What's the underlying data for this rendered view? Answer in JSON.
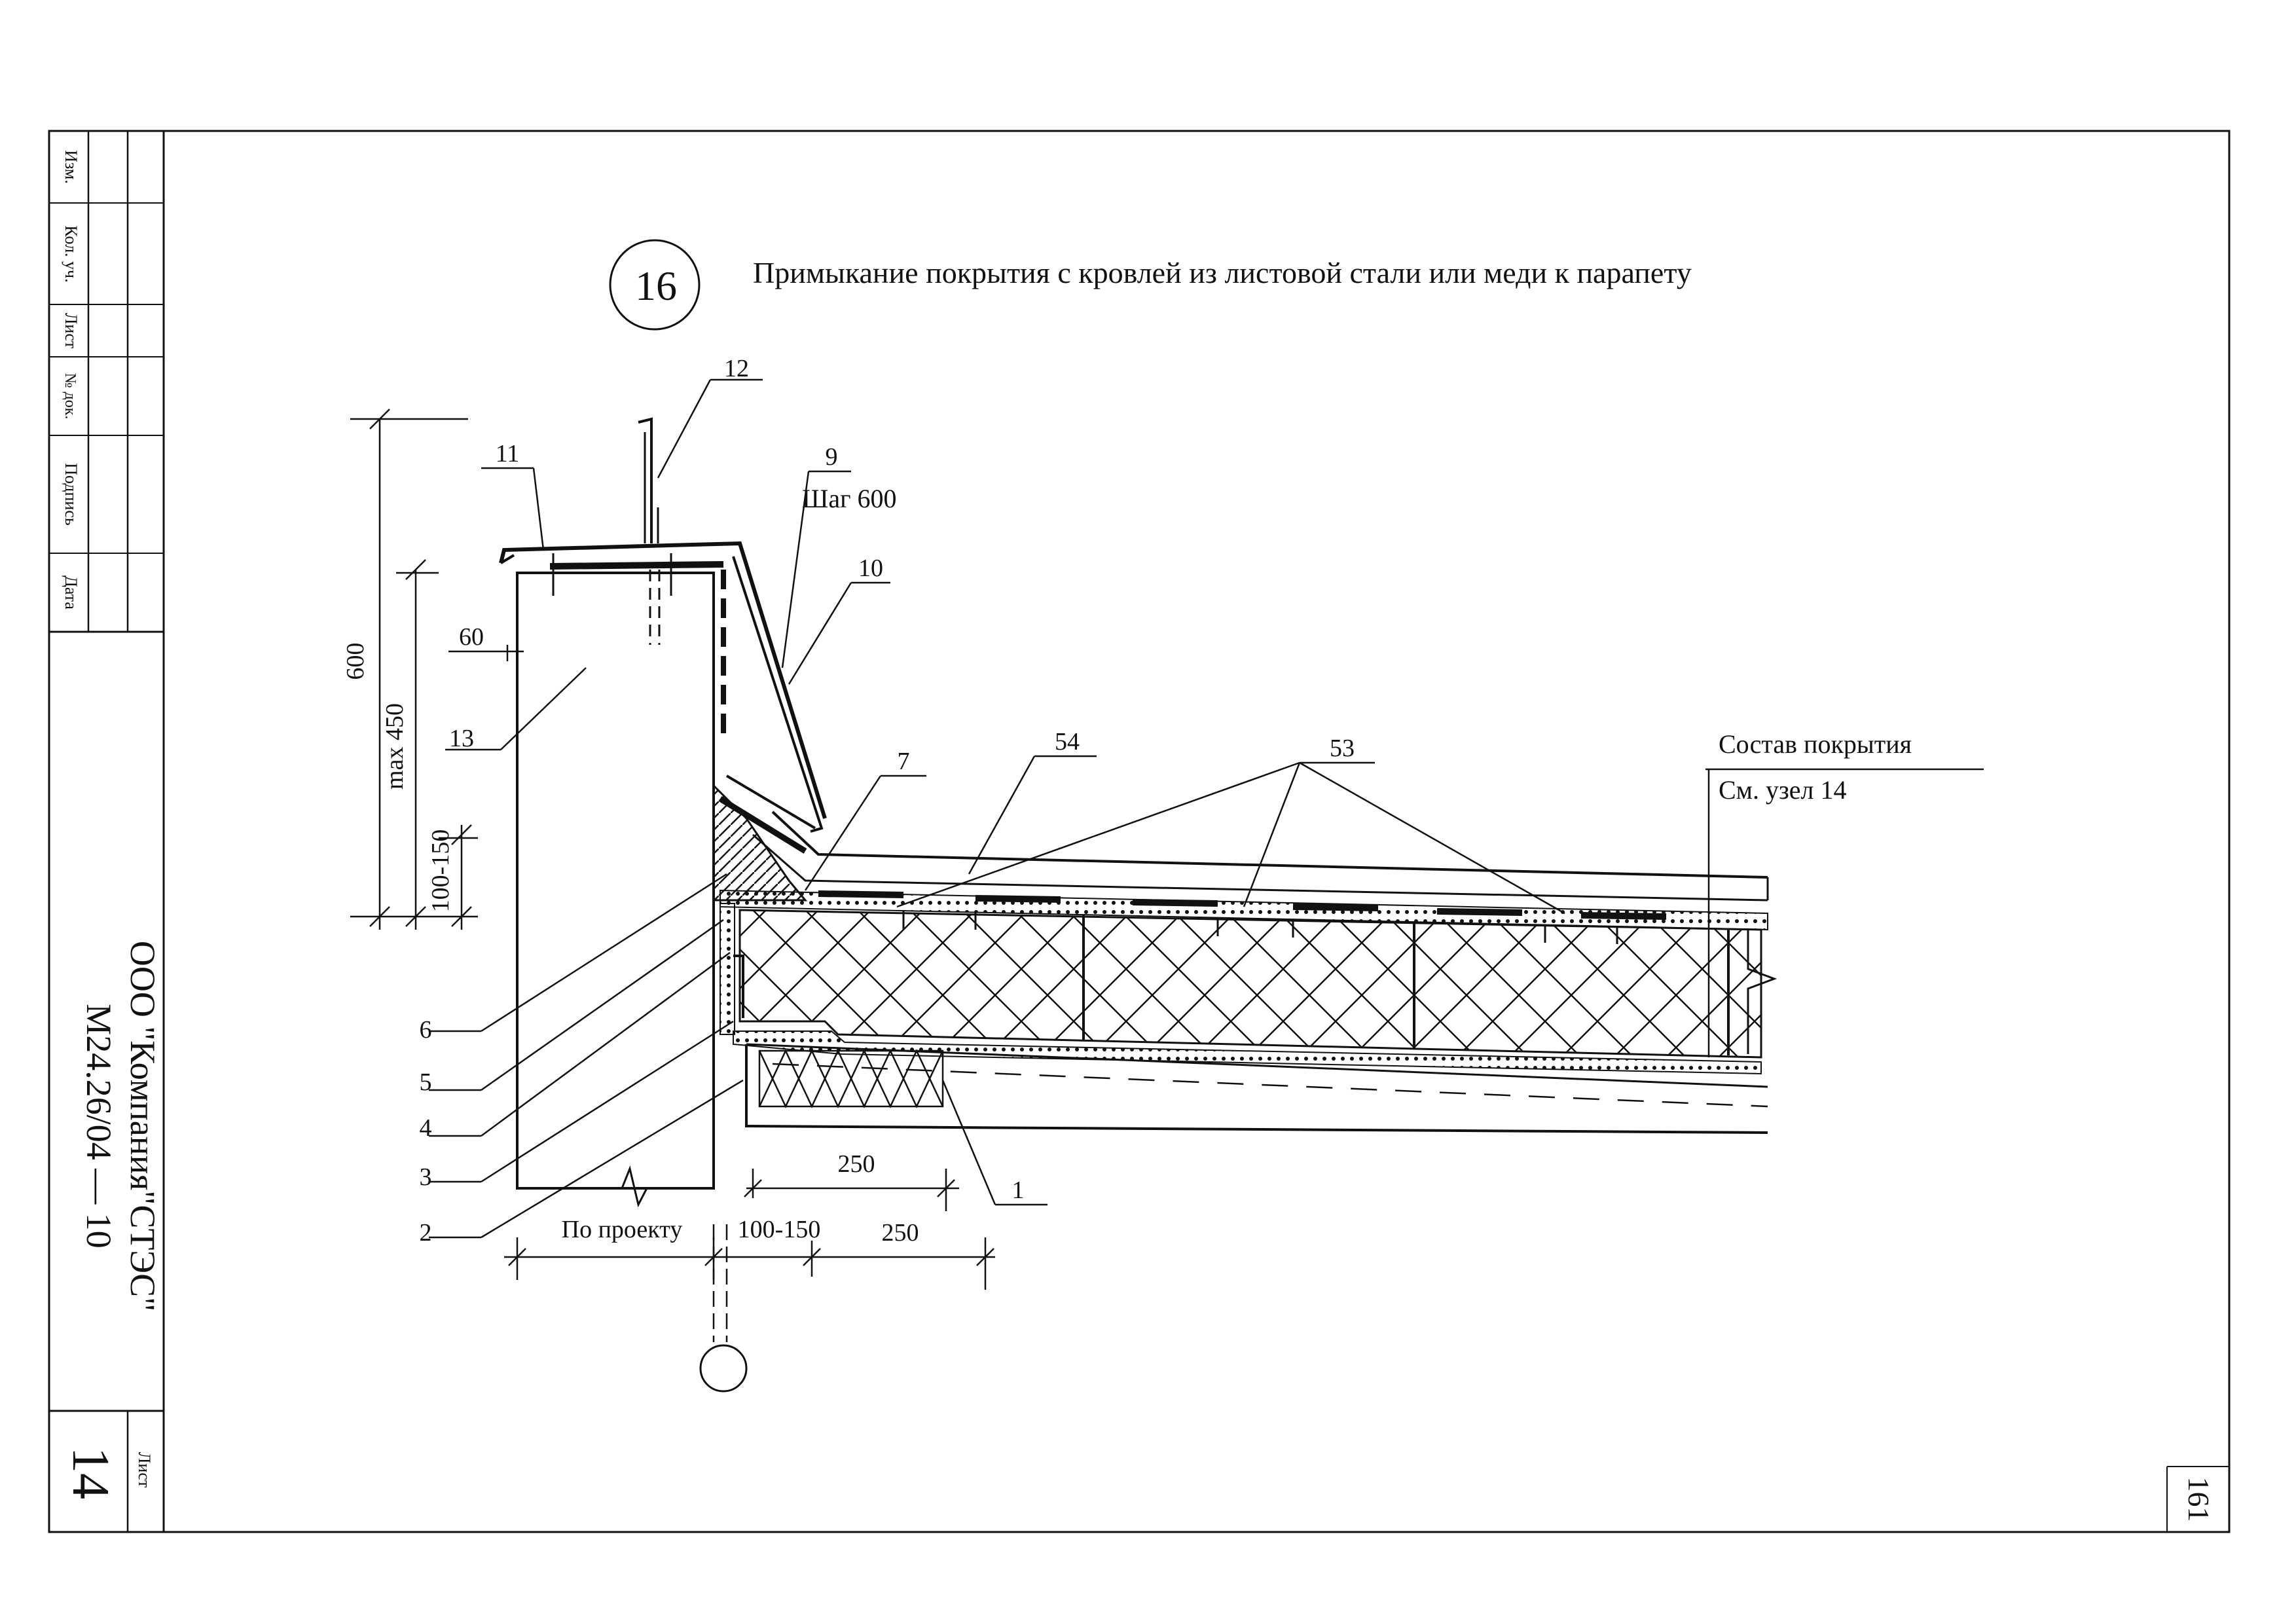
{
  "title": {
    "node_number": "16",
    "text": "Примыкание покрытия с кровлей из листовой стали или меди к парапету"
  },
  "side_stamp": {
    "columns": [
      "Изм.",
      "Кол. уч.",
      "Лист",
      "№ док.",
      "Подпись",
      "Дата"
    ],
    "company": "ООО \"Компания\"СТЭС\"",
    "document": "М24.26/04 — 10",
    "sheet_label": "Лист",
    "sheet_number": "14"
  },
  "page_number": "161",
  "callouts": {
    "c1": "1",
    "c2": "2",
    "c3": "3",
    "c4": "4",
    "c5": "5",
    "c6": "6",
    "c7": "7",
    "c9": "9",
    "c10": "10",
    "c11": "11",
    "c12": "12",
    "c13": "13",
    "c53": "53",
    "c54": "54"
  },
  "notes": {
    "step": "Шаг 600",
    "composition_title": "Состав покрытия",
    "composition_ref": "См. узел 14"
  },
  "dimensions": {
    "d600": "600",
    "max450": "max 450",
    "d100_150_vert": "100-150",
    "d60": "60",
    "d250_upper": "250",
    "by_project": "По проекту",
    "d100_150_horiz": "100-150",
    "d250_lower": "250"
  }
}
